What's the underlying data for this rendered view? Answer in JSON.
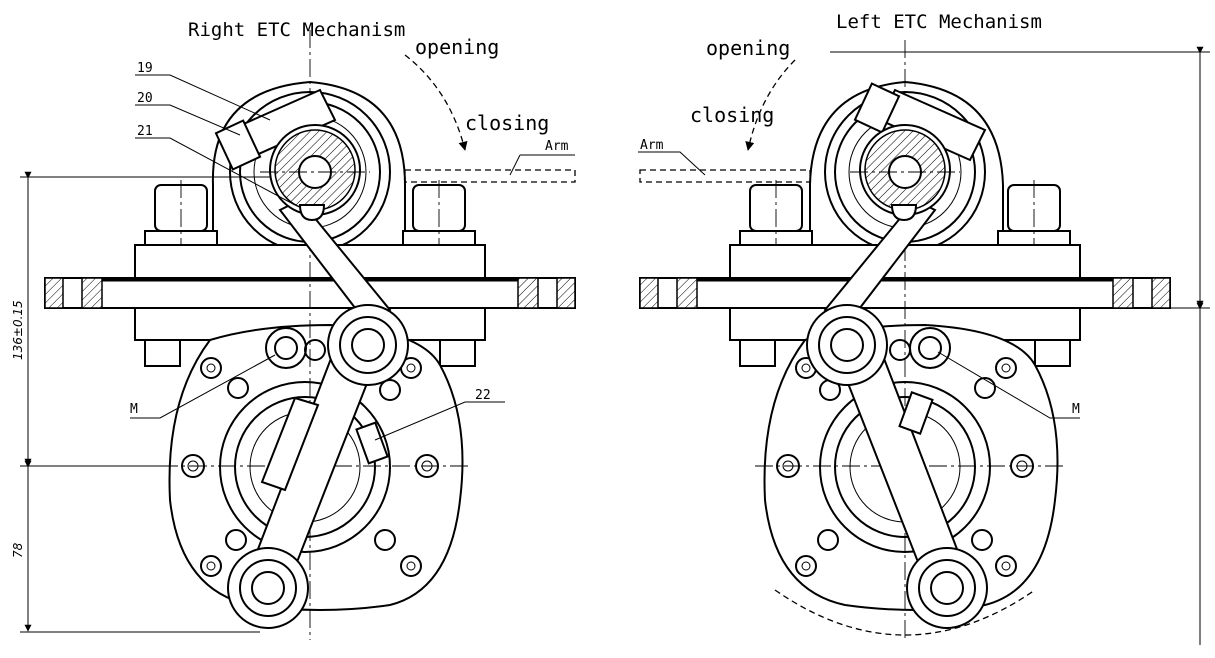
{
  "left_view": {
    "title": "Right ETC Mechanism",
    "opening": "opening",
    "closing": "closing",
    "arm": "Arm",
    "callouts": [
      "19",
      "20",
      "21",
      "22"
    ],
    "m_label": "M",
    "dim_upper": "136±0.15",
    "dim_lower": "78"
  },
  "right_view": {
    "title": "Left ETC Mechanism",
    "opening": "opening",
    "closing": "closing",
    "arm": "Arm",
    "m_label": "M"
  }
}
